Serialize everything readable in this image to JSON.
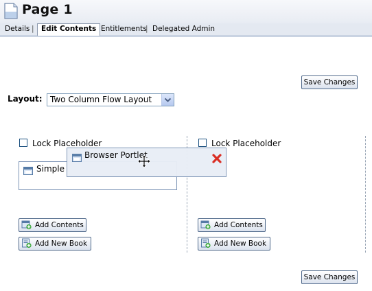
{
  "page": {
    "title": "Page 1"
  },
  "tabs": [
    {
      "label": "Details",
      "active": false
    },
    {
      "label": "Edit Contents",
      "active": true
    },
    {
      "label": "Entitlements",
      "active": false
    },
    {
      "label": "Delegated Admin",
      "active": false
    }
  ],
  "tab_separator": "|",
  "actions": {
    "save_label": "Save Changes"
  },
  "layout": {
    "label": "Layout:",
    "selected": "Two Column Flow Layout"
  },
  "columns": [
    {
      "lock_label": "Lock Placeholder",
      "locked": false,
      "portlet_title": "Simple",
      "add_contents_label": "Add Contents",
      "add_book_label": "Add New Book"
    },
    {
      "lock_label": "Lock Placeholder",
      "locked": false,
      "add_contents_label": "Add Contents",
      "add_book_label": "Add New Book"
    }
  ],
  "drag_portlet": {
    "title": "Browser Portlet"
  },
  "icons": {
    "page": "page-icon",
    "portlet": "portlet-window-icon",
    "delete": "red-x-icon",
    "move_cursor": "move-cursor-icon",
    "add_contents": "add-contents-icon",
    "add_book": "add-book-icon",
    "dropdown": "chevron-down-icon"
  },
  "colors": {
    "header_bg": "#e8ecf3",
    "tabbar_bg": "#e4e9f1",
    "button_border": "#4c6688",
    "delete_red": "#d9261c",
    "add_green": "#3aa83a"
  }
}
